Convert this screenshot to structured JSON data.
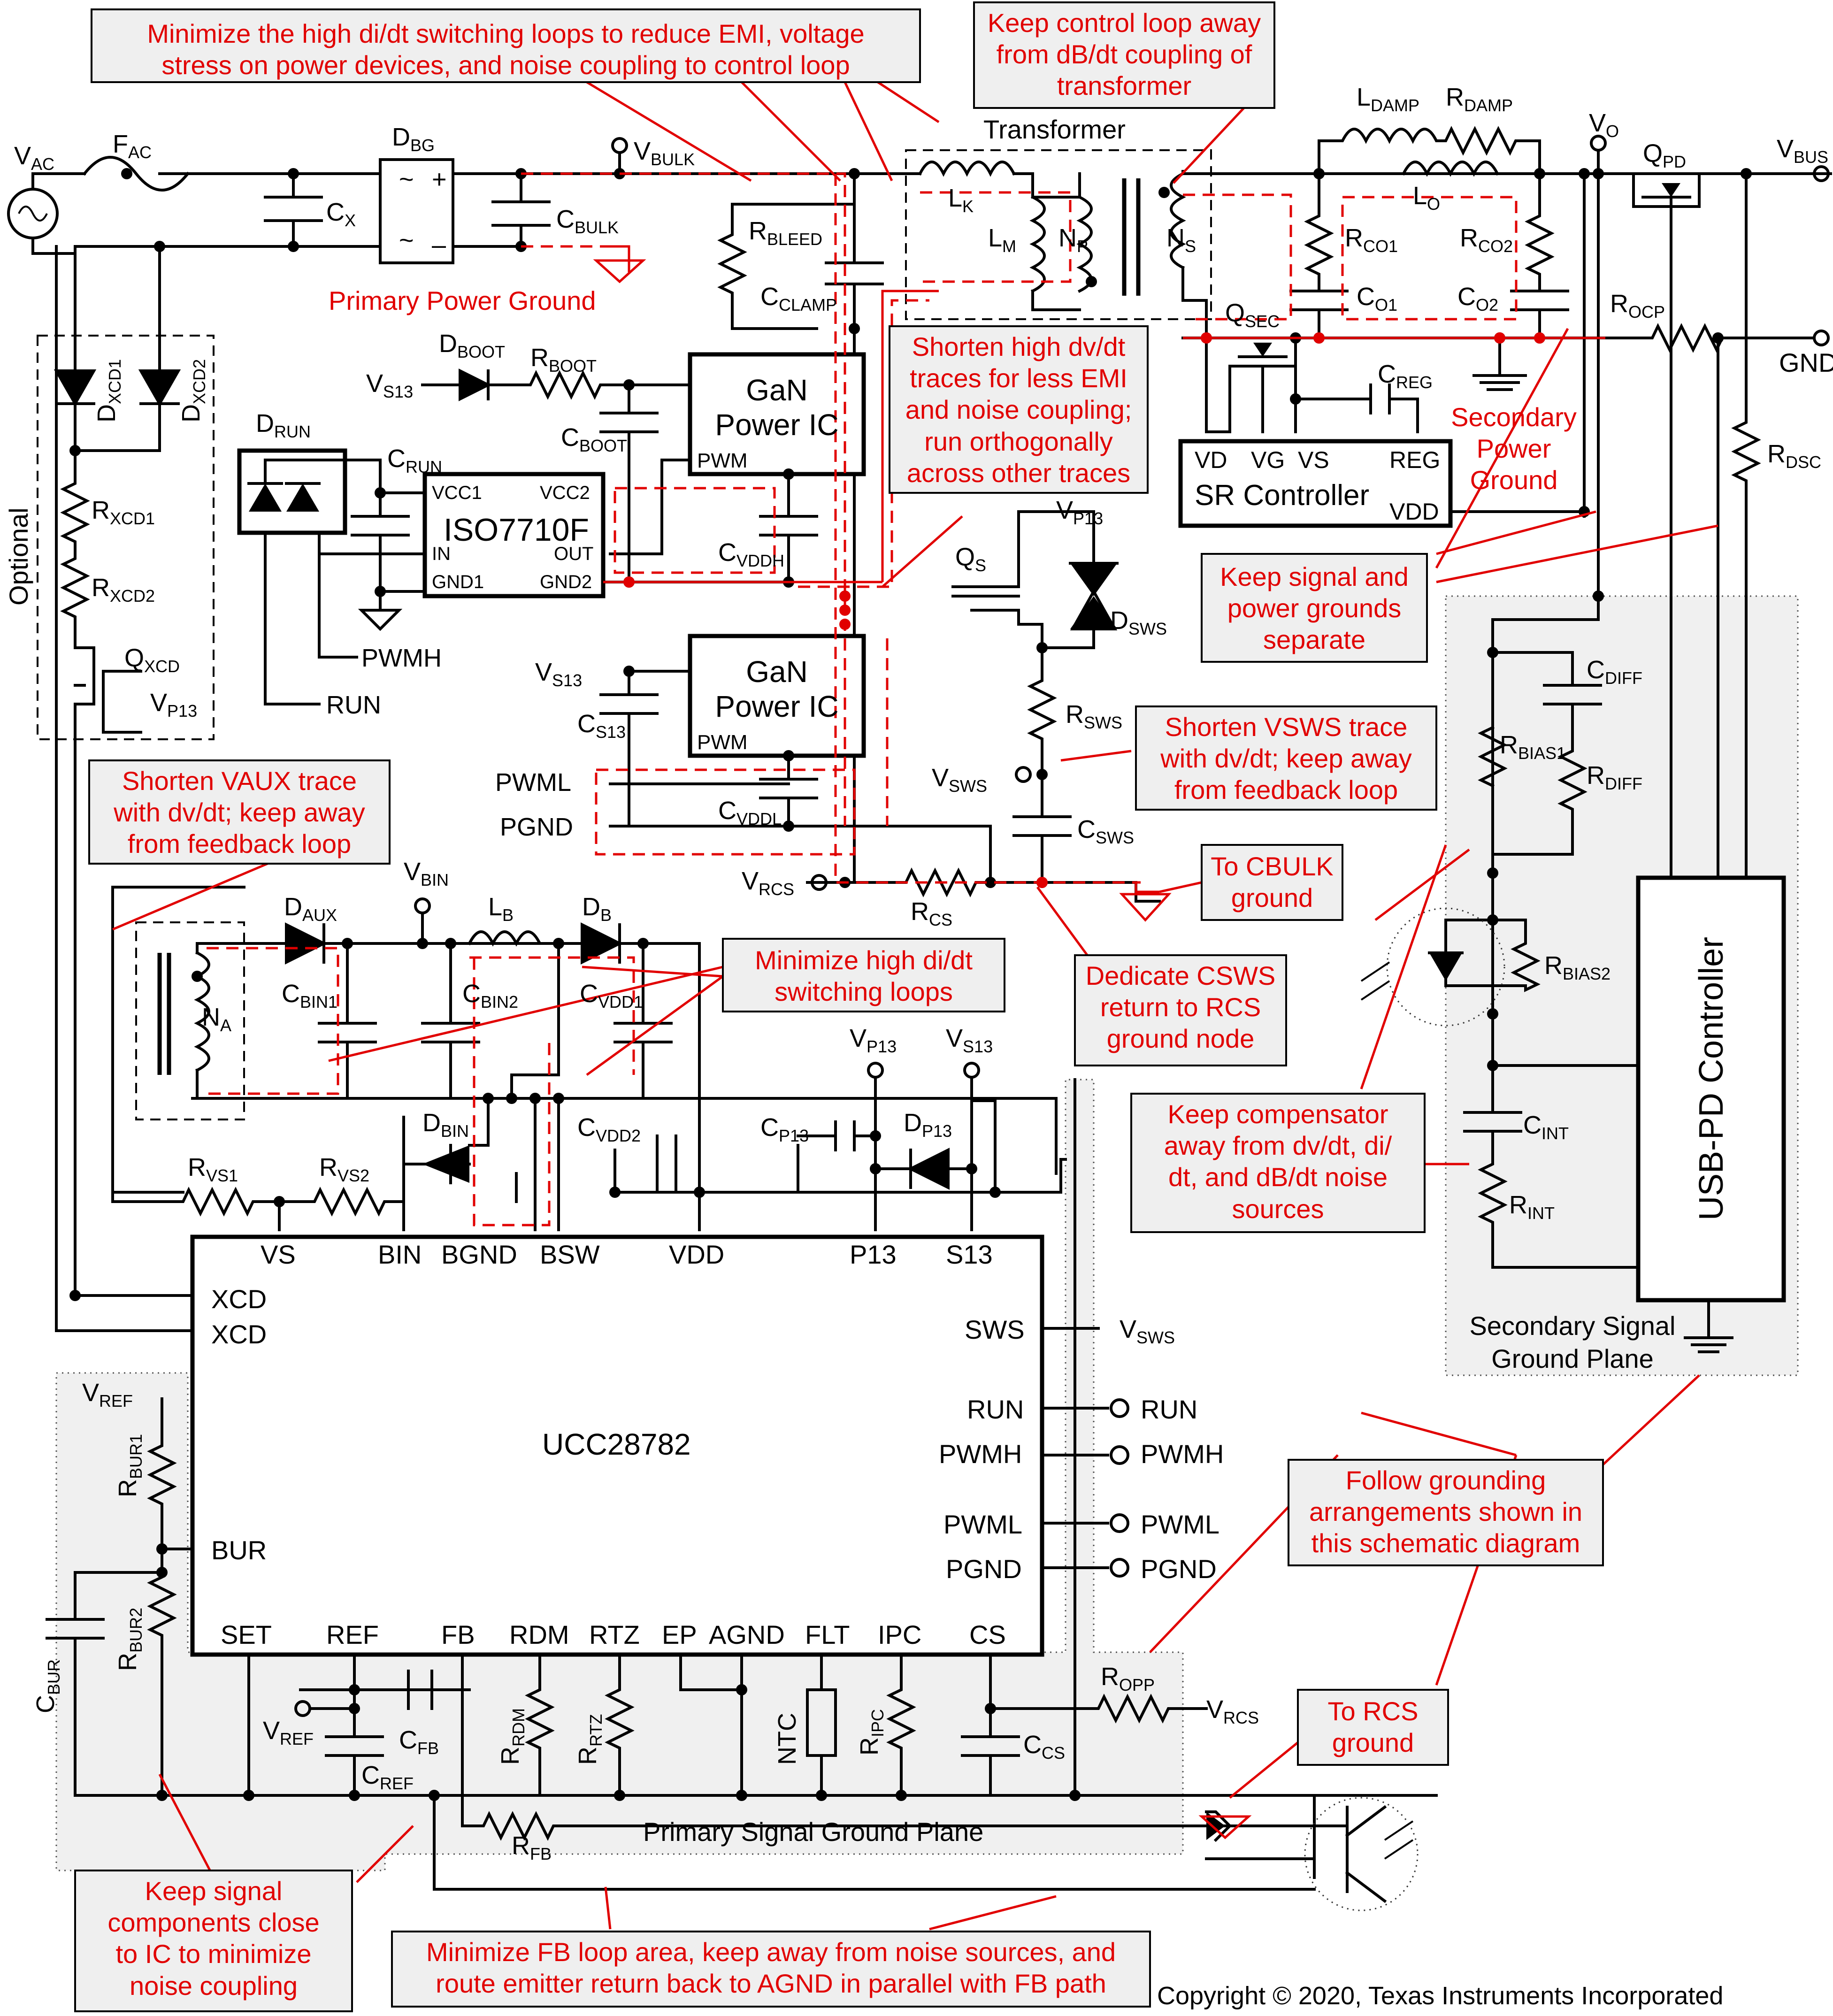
{
  "callouts": {
    "top_emi": [
      "Minimize the high di/dt switching loops to reduce EMI, voltage",
      "stress on power devices, and noise coupling to control loop"
    ],
    "transformer_coupling": [
      "Keep control loop away",
      "from dB/dt coupling of",
      "transformer"
    ],
    "primary_power_ground": "Primary Power Ground",
    "shorten_dvdt": [
      "Shorten high dv/dt",
      "traces for less EMI",
      "and noise coupling;",
      "run orthogonally",
      "across other traces"
    ],
    "secondary_power_ground": [
      "Secondary",
      "Power",
      "Ground"
    ],
    "signal_power_separate": [
      "Keep signal and",
      "power grounds",
      "separate"
    ],
    "shorten_vsws": [
      "Shorten VSWS trace",
      "with dv/dt; keep away",
      "from feedback loop"
    ],
    "shorten_vaux": [
      "Shorten VAUX trace",
      "with dv/dt; keep away",
      "from feedback loop"
    ],
    "to_cbulk": [
      "To CBULK",
      "ground"
    ],
    "minimize_didt": [
      "Minimize high di/dt",
      "switching loops"
    ],
    "dedicate_csws": [
      "Dedicate CSWS",
      "return to RCS",
      "ground node"
    ],
    "keep_compensator": [
      "Keep compensator",
      "away from dv/dt, di/",
      "dt, and dB/dt noise",
      "sources"
    ],
    "follow_grounding": [
      "Follow grounding",
      "arrangements shown in",
      "this schematic diagram"
    ],
    "to_rcs": [
      "To RCS",
      "ground"
    ],
    "keep_signal_close": [
      "Keep signal",
      "components close",
      "to IC to minimize",
      "noise coupling"
    ],
    "minimize_fb": [
      "Minimize FB loop area, keep away from noise sources, and",
      "route emitter return back to AGND in parallel with FB path"
    ]
  },
  "labels": {
    "transformer": "Transformer",
    "optional": "Optional",
    "secondary_signal_ground": [
      "Secondary Signal",
      "Ground Plane"
    ],
    "primary_signal_ground": "Primary Signal Ground Plane",
    "copyright": "Copyright © 2020, Texas Instruments Incorporated",
    "gnd": "GND",
    "pwmh": "PWMH",
    "run": "RUN",
    "pwml": "PWML",
    "pgnd": "PGND"
  },
  "blocks": {
    "gan_high": [
      "GaN",
      "Power IC"
    ],
    "gan_low": [
      "GaN",
      "Power IC"
    ],
    "gan_pin": "PWM",
    "iso": {
      "name": "ISO7710F",
      "pins": [
        "VCC1",
        "VCC2",
        "IN",
        "OUT",
        "GND1",
        "GND2"
      ]
    },
    "sr": {
      "name": "SR Controller",
      "pins": [
        "VD",
        "VG",
        "VS",
        "REG",
        "VDD"
      ]
    },
    "usbpd": "USB-PD Controller",
    "ucc": {
      "name": "UCC28782",
      "top_pins": [
        "VS",
        "BIN",
        "BGND",
        "BSW",
        "VDD",
        "P13",
        "S13"
      ],
      "left_pins": [
        "XCD",
        "XCD",
        "BUR"
      ],
      "right_pins": [
        "SWS",
        "RUN",
        "PWMH",
        "PWML",
        "PGND"
      ],
      "bottom_pins": [
        "SET",
        "REF",
        "FB",
        "RDM",
        "RTZ",
        "EP",
        "AGND",
        "FLT",
        "IPC",
        "CS"
      ],
      "right_nets": [
        "VSWS",
        "RUN",
        "PWMH",
        "PWML",
        "PGND"
      ]
    }
  },
  "components": {
    "vac": [
      "V",
      "AC"
    ],
    "fac": [
      "F",
      "AC"
    ],
    "cx": [
      "C",
      "X"
    ],
    "dbg": [
      "D",
      "BG"
    ],
    "vbulk": [
      "V",
      "BULK"
    ],
    "cbulk": [
      "C",
      "BULK"
    ],
    "rbleed": [
      "R",
      "BLEED"
    ],
    "cclamp": [
      "C",
      "CLAMP"
    ],
    "lk": [
      "L",
      "K"
    ],
    "lm": [
      "L",
      "M"
    ],
    "np": [
      "N",
      "P"
    ],
    "ns": [
      "N",
      "S"
    ],
    "ldamp": [
      "L",
      "DAMP"
    ],
    "rdamp": [
      "R",
      "DAMP"
    ],
    "lo": [
      "L",
      "O"
    ],
    "vo": [
      "V",
      "O"
    ],
    "qpd": [
      "Q",
      "PD"
    ],
    "vbus": [
      "V",
      "BUS"
    ],
    "rco1": [
      "R",
      "CO1"
    ],
    "rco2": [
      "R",
      "CO2"
    ],
    "co1": [
      "C",
      "O1"
    ],
    "co2": [
      "C",
      "O2"
    ],
    "qsec": [
      "Q",
      "SEC"
    ],
    "rocp": [
      "R",
      "OCP"
    ],
    "creg": [
      "C",
      "REG"
    ],
    "rdsc": [
      "R",
      "DSC"
    ],
    "dboot": [
      "D",
      "BOOT"
    ],
    "rboot": [
      "R",
      "BOOT"
    ],
    "vs13_a": [
      "V",
      "S13"
    ],
    "cboot": [
      "C",
      "BOOT"
    ],
    "drun": [
      "D",
      "RUN"
    ],
    "crun": [
      "C",
      "RUN"
    ],
    "cvddh": [
      "C",
      "VDDH"
    ],
    "vp13_a": [
      "V",
      "P13"
    ],
    "qs": [
      "Q",
      "S"
    ],
    "dsws": [
      "D",
      "SWS"
    ],
    "rsws": [
      "R",
      "SWS"
    ],
    "vsws": [
      "V",
      "SWS"
    ],
    "csws": [
      "C",
      "SWS"
    ],
    "vs13_b": [
      "V",
      "S13"
    ],
    "cs13": [
      "C",
      "S13"
    ],
    "cvddl": [
      "C",
      "VDDL"
    ],
    "vrcs": [
      "V",
      "RCS"
    ],
    "rcs": [
      "R",
      "CS"
    ],
    "dxcd1": [
      "D",
      "XCD1"
    ],
    "dxcd2": [
      "D",
      "XCD2"
    ],
    "rxcd1": [
      "R",
      "XCD1"
    ],
    "rxcd2": [
      "R",
      "XCD2"
    ],
    "qxcd": [
      "Q",
      "XCD"
    ],
    "vp13_b": [
      "V",
      "P13"
    ],
    "vbin": [
      "V",
      "BIN"
    ],
    "lb": [
      "L",
      "B"
    ],
    "daux": [
      "D",
      "AUX"
    ],
    "db": [
      "D",
      "B"
    ],
    "na": [
      "N",
      "A"
    ],
    "cbin1": [
      "C",
      "BIN1"
    ],
    "cbin2": [
      "C",
      "BIN2"
    ],
    "cvdd1": [
      "C",
      "VDD1"
    ],
    "dbin": [
      "D",
      "BIN"
    ],
    "cvdd2": [
      "C",
      "VDD2"
    ],
    "cp13": [
      "C",
      "P13"
    ],
    "dp13": [
      "D",
      "P13"
    ],
    "vp13_c": [
      "V",
      "P13"
    ],
    "vs13_c": [
      "V",
      "S13"
    ],
    "rvs1": [
      "R",
      "VS1"
    ],
    "rvs2": [
      "R",
      "VS2"
    ],
    "cdiff": [
      "C",
      "DIFF"
    ],
    "rbias1": [
      "R",
      "BIAS1"
    ],
    "rdiff": [
      "R",
      "DIFF"
    ],
    "rbias2": [
      "R",
      "BIAS2"
    ],
    "cint": [
      "C",
      "INT"
    ],
    "rint": [
      "R",
      "INT"
    ],
    "vref_a": [
      "V",
      "REF"
    ],
    "rbur1": [
      "R",
      "BUR1"
    ],
    "rbur2": [
      "R",
      "BUR2"
    ],
    "cbur": [
      "C",
      "BUR"
    ],
    "vref_b": [
      "V",
      "REF"
    ],
    "cfb": [
      "C",
      "FB"
    ],
    "cref": [
      "C",
      "REF"
    ],
    "rrdm": [
      "R",
      "RDM"
    ],
    "rrtz": [
      "R",
      "RTZ"
    ],
    "ntc": "NTC",
    "ripc": [
      "R",
      "IPC"
    ],
    "ccs": [
      "C",
      "CS"
    ],
    "ropp": [
      "R",
      "OPP"
    ],
    "vrcs2": [
      "V",
      "RCS"
    ],
    "rfb": [
      "R",
      "FB"
    ]
  }
}
